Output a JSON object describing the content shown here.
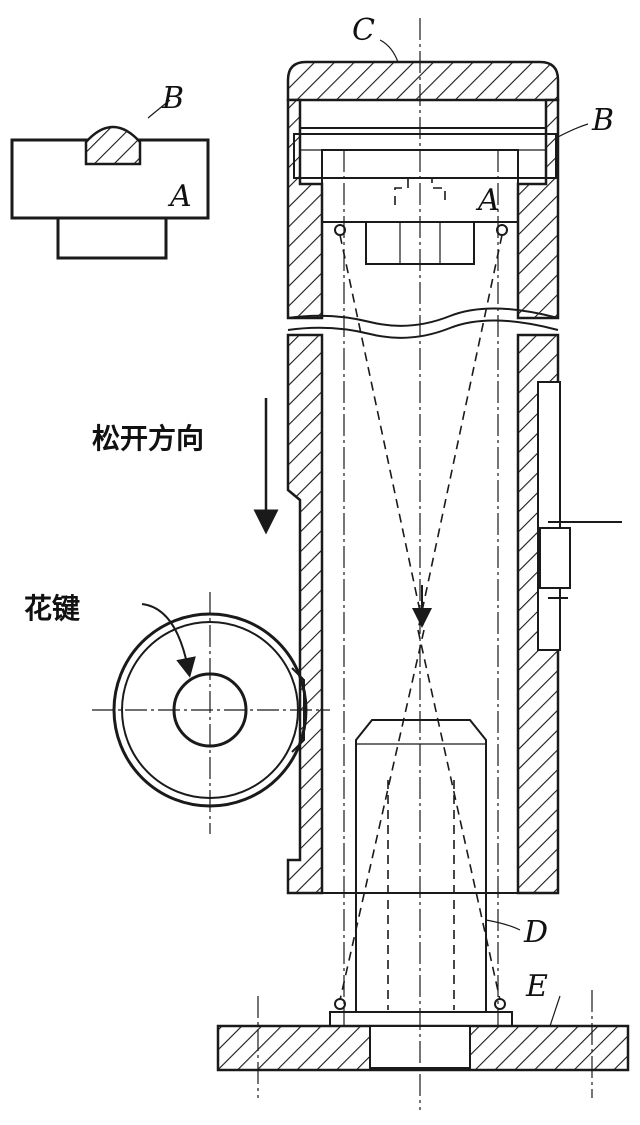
{
  "labels": {
    "inset_b": "B",
    "inset_a": "A",
    "cap_c": "C",
    "ring_b": "B",
    "mirror_a": "A",
    "loosen_direction": "松开方向",
    "spline": "花键",
    "objective_d": "D",
    "base_e": "E"
  },
  "colors": {
    "ink": "#1a1a1a",
    "background": "#ffffff"
  }
}
